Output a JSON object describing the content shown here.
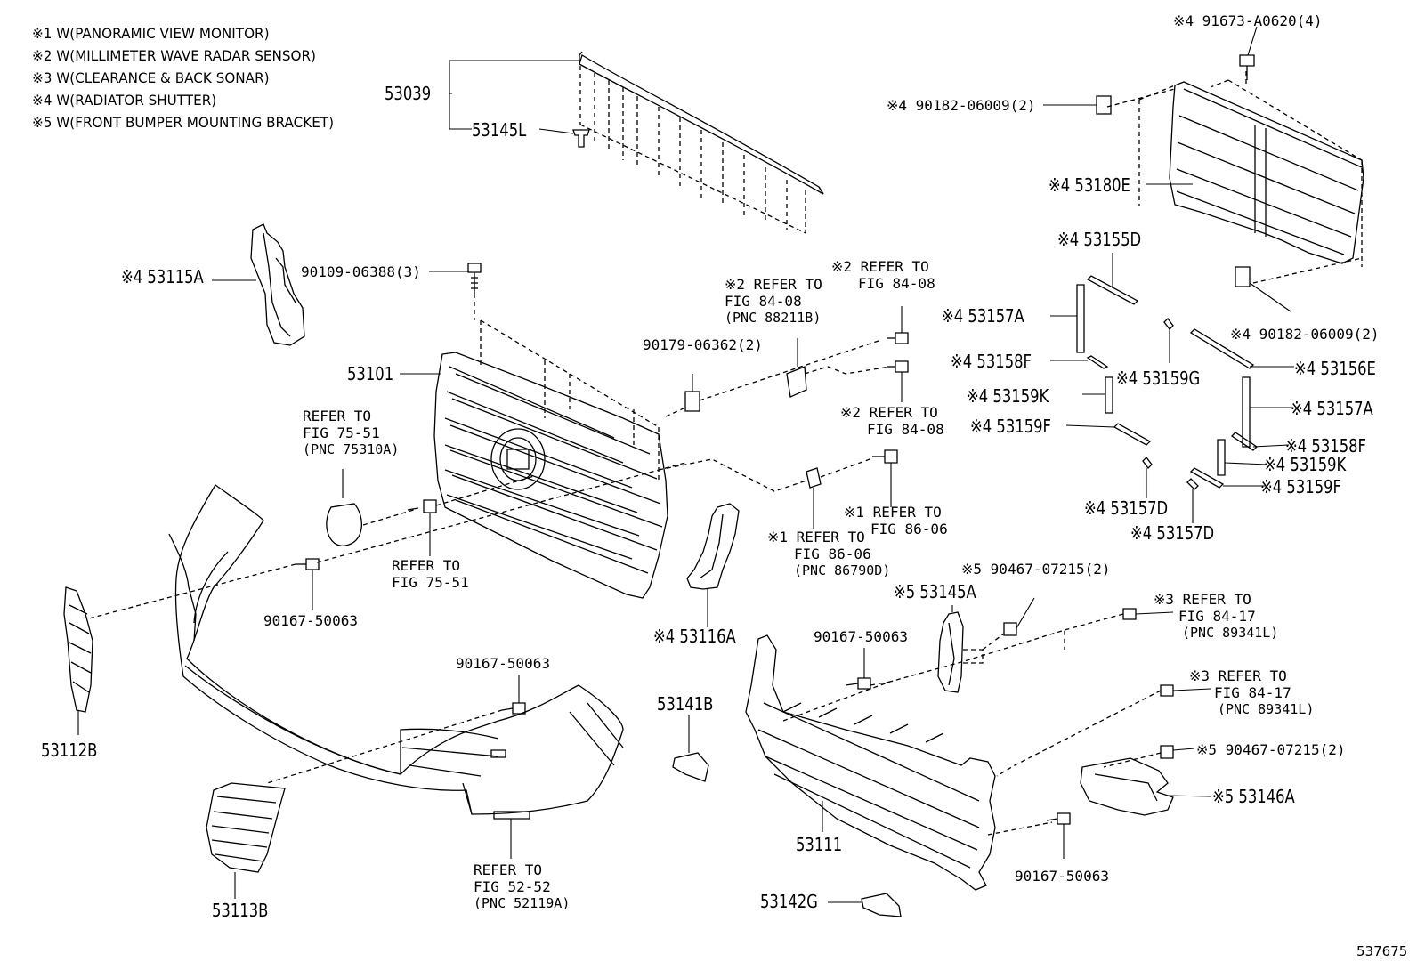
{
  "legend": [
    "※1  W(PANORAMIC VIEW MONITOR)",
    "※2  W(MILLIMETER WAVE RADAR SENSOR)",
    "※3  W(CLEARANCE & BACK SONAR)",
    "※4  W(RADIATOR SHUTTER)",
    "※5  W(FRONT BUMPER MOUNTING BRACKET)"
  ],
  "parts": {
    "p53039": "53039",
    "p53145L": "53145L",
    "p53115A": "※4 53115A",
    "p90109": "90109-06388(3)",
    "p53101": "53101",
    "p90179": "90179-06362(2)",
    "p53112B": "53112B",
    "p90167a": "90167-50063",
    "p90167b": "90167-50063",
    "p90167c": "90167-50063",
    "p90167d": "90167-50063",
    "p53113B": "53113B",
    "p53116A": "※4 53116A",
    "p53141B": "53141B",
    "p53111": "53111",
    "p53142G": "53142G",
    "p53145A": "※5 53145A",
    "p90467a": "※5 90467-07215(2)",
    "p90467b": "※5 90467-07215(2)",
    "p53146A": "※5 53146A",
    "p91673": "※4 91673-A0620(4)",
    "p90182a": "※4 90182-06009(2)",
    "p90182b": "※4 90182-06009(2)",
    "p53180E": "※4 53180E",
    "p53155D": "※4 53155D",
    "p53157A_l": "※4 53157A",
    "p53158F_l": "※4 53158F",
    "p53159G": "※4 53159G",
    "p53159K_l": "※4 53159K",
    "p53159F_l": "※4 53159F",
    "p53157D_a": "※4 53157D",
    "p53157D_b": "※4 53157D",
    "p53156E": "※4 53156E",
    "p53157A_r": "※4 53157A",
    "p53158F_r": "※4 53158F",
    "p53159K_r": "※4 53159K",
    "p53159F_r": "※4 53159F"
  },
  "refs": {
    "r1": [
      "REFER TO",
      "FIG 75-51",
      "(PNC 75310A)"
    ],
    "r2": [
      "REFER TO",
      "FIG 75-51"
    ],
    "r3": [
      "※2 REFER TO",
      "FIG 84-08",
      "(PNC 88211B)"
    ],
    "r4": [
      "※2 REFER TO",
      "FIG 84-08"
    ],
    "r5": [
      "※2 REFER TO",
      "FIG 84-08"
    ],
    "r6": [
      "※1 REFER TO",
      "FIG 86-06"
    ],
    "r7": [
      "※1 REFER TO",
      "FIG 86-06",
      "(PNC 86790D)"
    ],
    "r8": [
      "※3 REFER TO",
      "FIG 84-17",
      "(PNC 89341L)"
    ],
    "r9": [
      "※3 REFER TO",
      "FIG 84-17",
      "(PNC 89341L)"
    ],
    "r10": [
      "REFER TO",
      "FIG 52-52",
      "(PNC 52119A)"
    ]
  },
  "figure_number": "537675"
}
